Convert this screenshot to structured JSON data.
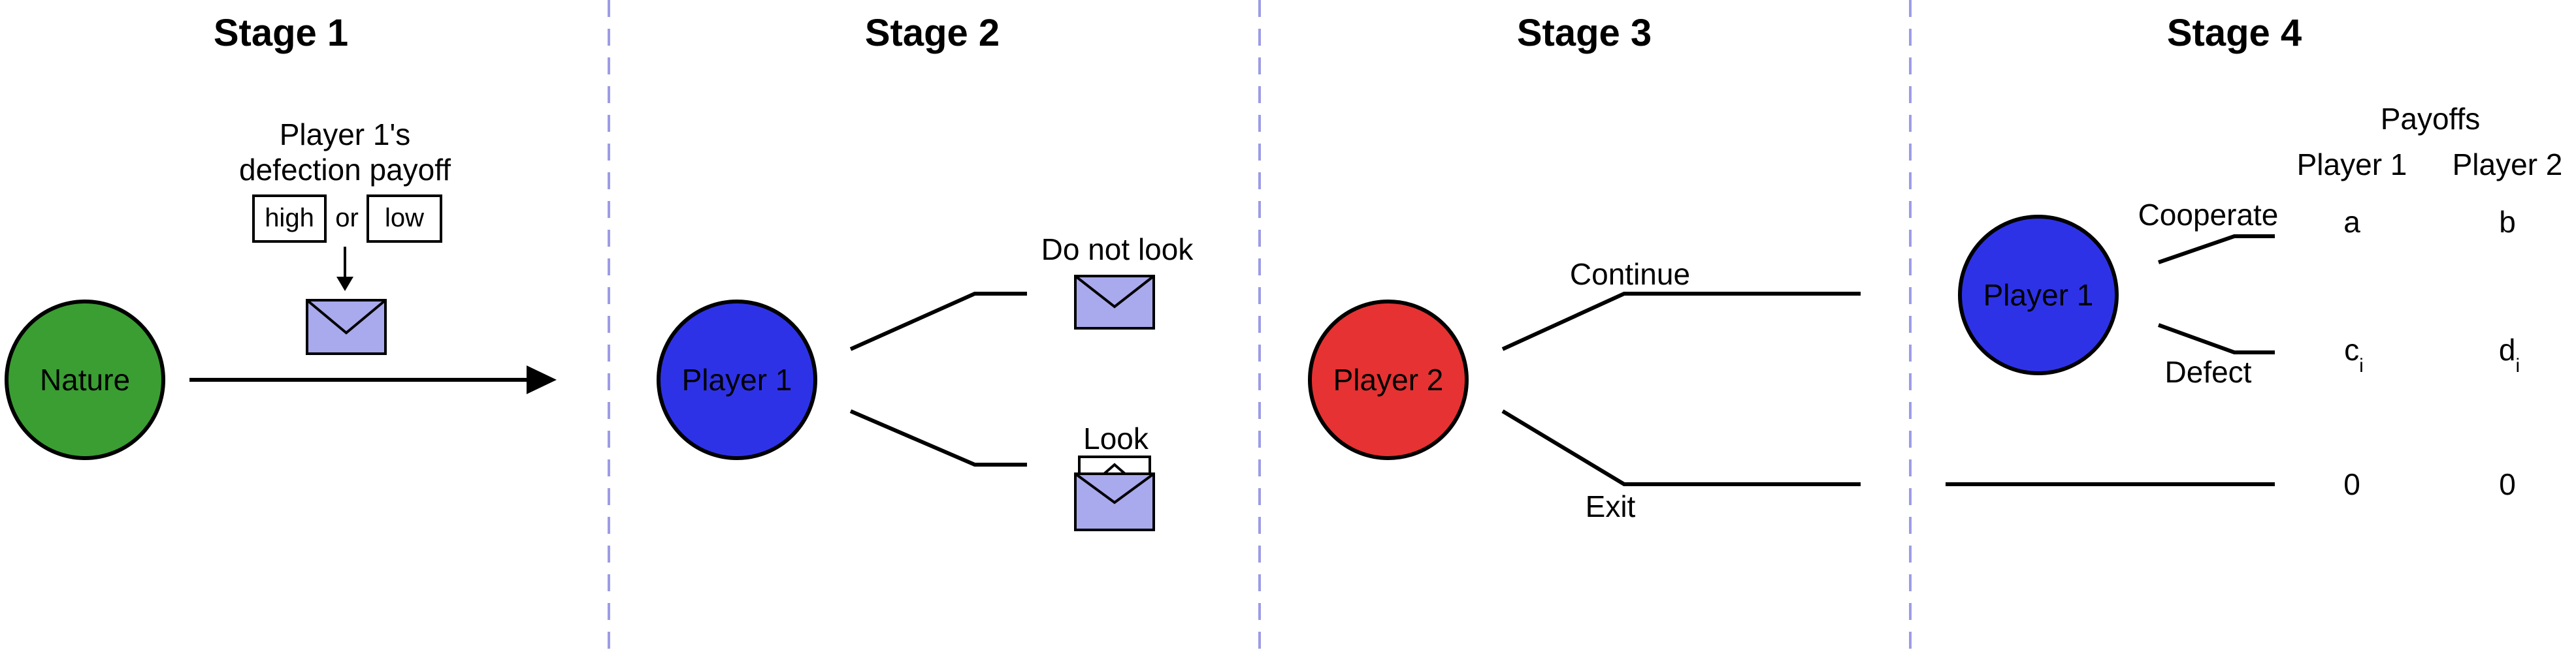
{
  "stages": [
    "Stage 1",
    "Stage 2",
    "Stage 3",
    "Stage 4"
  ],
  "nodes": {
    "nature": "Nature",
    "player1": "Player 1",
    "player2": "Player 2",
    "player1_stage4": "Player 1"
  },
  "stage1": {
    "caption_line1": "Player 1's",
    "caption_line2": "defection payoff",
    "option_high": "high",
    "connector": "or",
    "option_low": "low"
  },
  "stage2": {
    "do_not_look": "Do not look",
    "look": "Look"
  },
  "stage3": {
    "continue": "Continue",
    "exit": "Exit"
  },
  "stage4": {
    "cooperate": "Cooperate",
    "defect": "Defect"
  },
  "payoffs": {
    "title": "Payoffs",
    "col1": "Player 1",
    "col2": "Player 2",
    "rows": [
      {
        "p1": "a",
        "p1_sub": "",
        "p2": "b",
        "p2_sub": ""
      },
      {
        "p1": "c",
        "p1_sub": "i",
        "p2": "d",
        "p2_sub": "i"
      },
      {
        "p1": "0",
        "p1_sub": "",
        "p2": "0",
        "p2_sub": ""
      }
    ]
  },
  "colors": {
    "nature": "#3a9e32",
    "player1": "#2e32e6",
    "player2": "#e63232",
    "envelope": "#a9a9ee",
    "divider": "#9c9ce6"
  }
}
